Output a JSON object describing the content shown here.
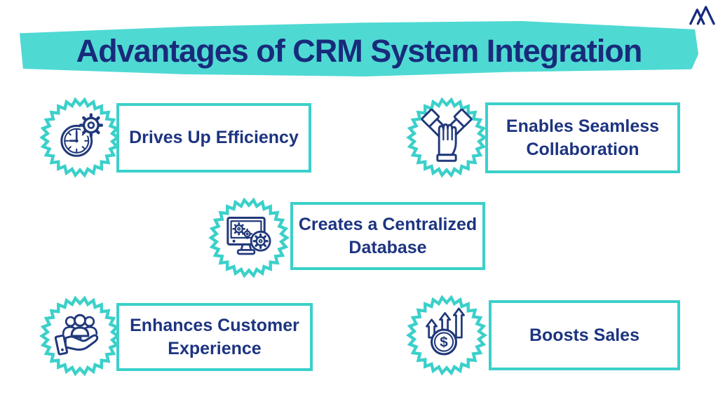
{
  "header": {
    "title": "Advantages of CRM System Integration"
  },
  "brand": {
    "logo_name": "mountain-peaks-logo"
  },
  "colors": {
    "highlight_teal": "#4FD9D3",
    "outline_teal": "#3BD0CA",
    "title_navy": "#182B7B",
    "label_navy": "#1D3480",
    "icon_navy": "#21397B",
    "background": "#FFFFFF"
  },
  "items": [
    {
      "icon": "clock-gear-icon",
      "label": "Drives Up Efficiency"
    },
    {
      "icon": "teamwork-hands-icon",
      "label": "Enables Seamless Collaboration"
    },
    {
      "icon": "monitor-gears-icon",
      "label": "Creates a Centralized Database"
    },
    {
      "icon": "customers-in-hand-icon",
      "label": "Enhances Customer Experience"
    },
    {
      "icon": "sales-growth-icon",
      "label": "Boosts Sales"
    }
  ]
}
